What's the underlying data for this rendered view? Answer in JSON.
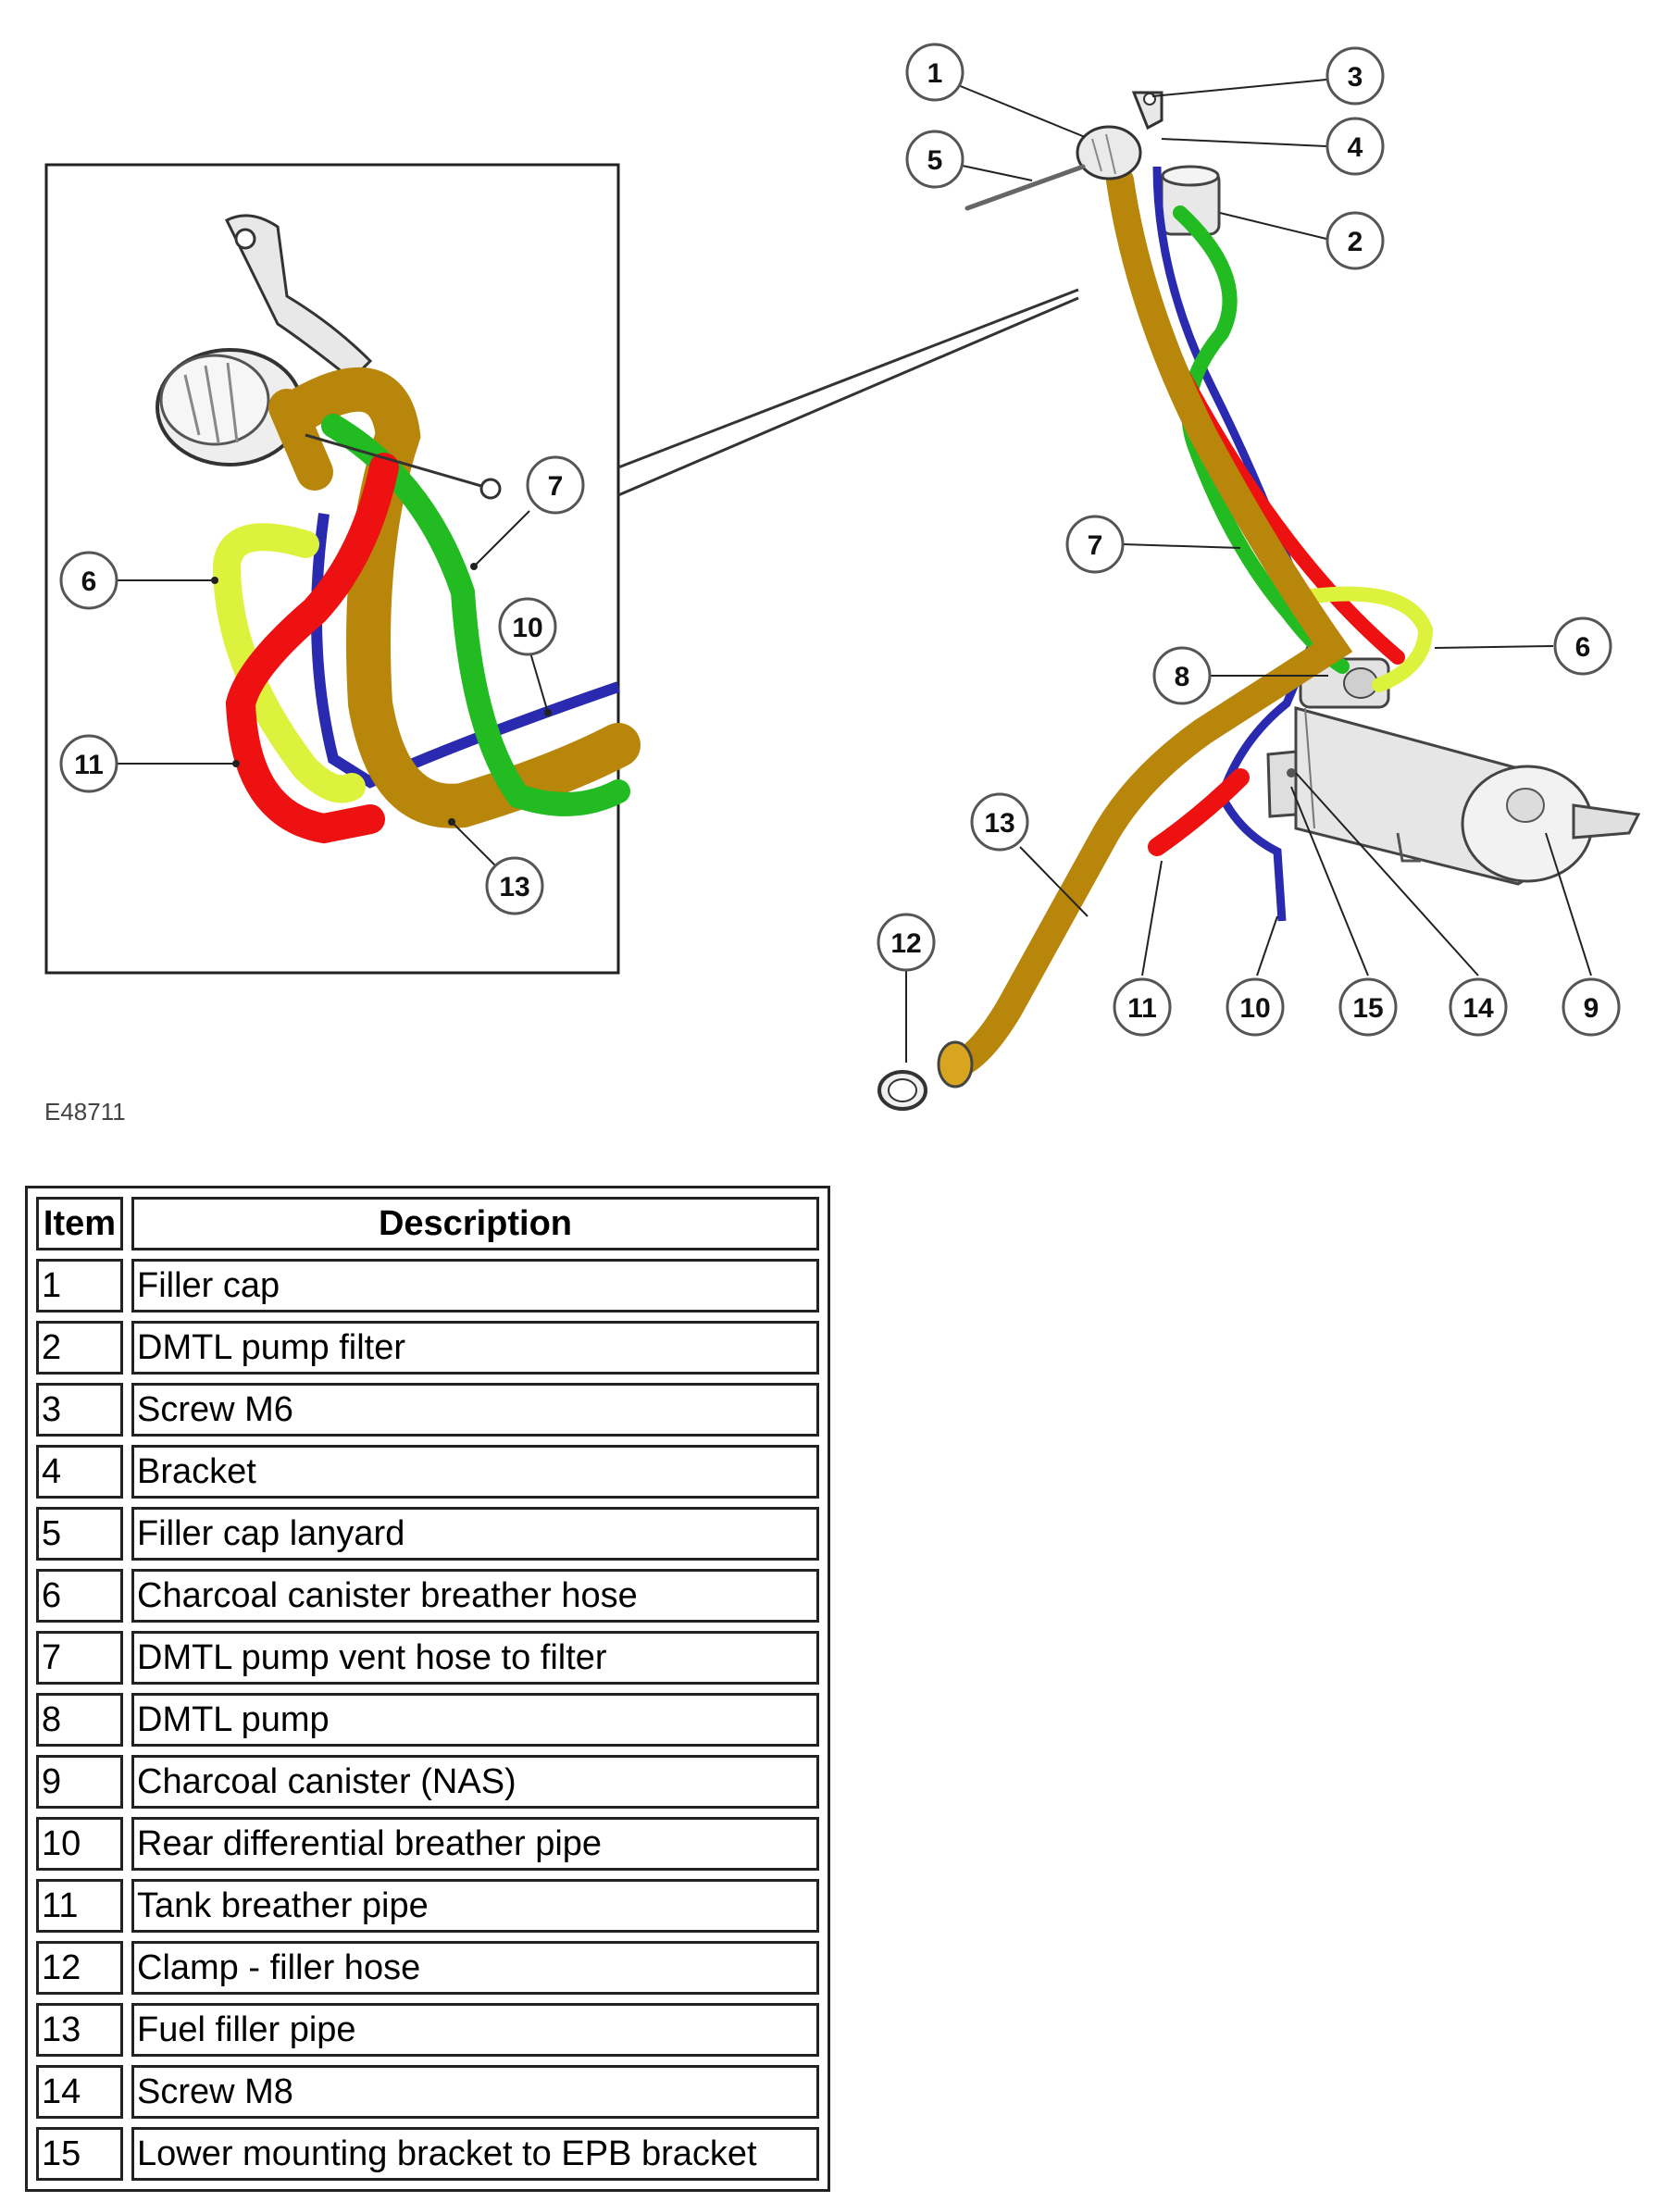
{
  "figure_ref": "E48711",
  "callouts": {
    "main": [
      "1",
      "2",
      "3",
      "4",
      "5",
      "7",
      "6",
      "8",
      "13",
      "12",
      "11",
      "10",
      "15",
      "14",
      "9"
    ],
    "inset": [
      "6",
      "7",
      "10",
      "11",
      "13"
    ]
  },
  "colors": {
    "fuel_filler_pipe": "#b8860b",
    "vent_hose": "#22bb22",
    "breather_hose": "#ddf23c",
    "tank_breather": "#ee1111",
    "diff_breather": "#2a2ab0"
  },
  "table": {
    "headers": [
      "Item",
      "Description"
    ],
    "rows": [
      [
        "1",
        "Filler cap"
      ],
      [
        "2",
        "DMTL pump filter"
      ],
      [
        "3",
        "Screw M6"
      ],
      [
        "4",
        "Bracket"
      ],
      [
        "5",
        "Filler cap lanyard"
      ],
      [
        "6",
        "Charcoal canister breather hose"
      ],
      [
        "7",
        "DMTL pump vent hose to filter"
      ],
      [
        "8",
        "DMTL pump"
      ],
      [
        "9",
        "Charcoal canister (NAS)"
      ],
      [
        "10",
        "Rear differential breather pipe"
      ],
      [
        "11",
        "Tank breather pipe"
      ],
      [
        "12",
        "Clamp - filler hose"
      ],
      [
        "13",
        "Fuel filler pipe"
      ],
      [
        "14",
        "Screw M8"
      ],
      [
        "15",
        "Lower mounting bracket to EPB bracket"
      ]
    ]
  }
}
